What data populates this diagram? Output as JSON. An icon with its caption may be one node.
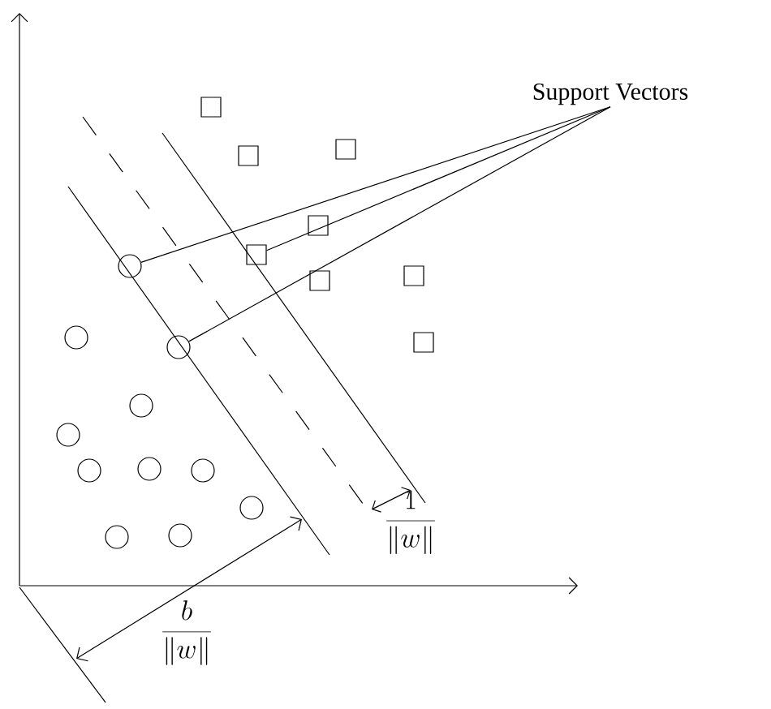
{
  "diagram": {
    "nodes": [
      {
        "text": [
          "Support Vectors"
        ]
      },
      {
        "text": [],
        "shape": "box"
      },
      {
        "text": [],
        "shape": "box"
      },
      {
        "text": [],
        "shape": "box"
      },
      {
        "text": [],
        "shape": "box"
      },
      {
        "text": [],
        "shape": "box"
      },
      {
        "text": [],
        "shape": "circle"
      },
      {
        "text": [],
        "shape": "box"
      },
      {
        "text": [],
        "shape": "box"
      },
      {
        "text": [],
        "shape": "circle"
      },
      {
        "text": [],
        "shape": "box"
      },
      {
        "text": [],
        "shape": "circle"
      },
      {
        "text": [],
        "shape": "circle"
      },
      {
        "text": [],
        "shape": "circle"
      },
      {
        "text": [],
        "shape": "circle"
      },
      {
        "text": [],
        "shape": "circle"
      },
      {
        "text": [],
        "shape": "circle"
      },
      {
        "text": [],
        "shape": "circle"
      },
      {
        "text": [],
        "shape": "circle"
      },
      {
        "text": [],
        "shape": "circle"
      }
    ],
    "edges": [
      {
        "from": 0,
        "to": 6,
        "arrow": "none"
      },
      {
        "from": 0,
        "to": 5,
        "arrow": "none"
      },
      {
        "from": 0,
        "to": 11,
        "arrow": "none"
      }
    ],
    "labels": [
      "\\frac{1}{\\|w\\|}",
      "\\frac{b}{\\|w\\|}"
    ]
  }
}
